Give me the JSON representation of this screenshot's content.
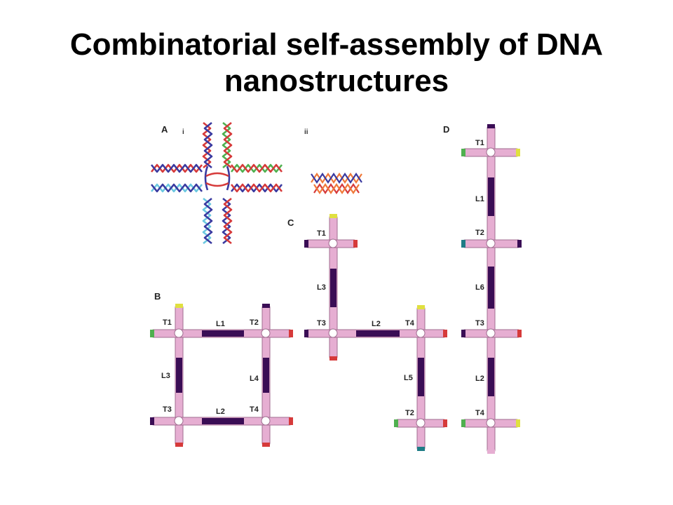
{
  "slide": {
    "title_line1": "Combinatorial self-assembly of DNA",
    "title_line2": "nanostructures"
  },
  "figure": {
    "panel_a": {
      "label": "A",
      "sub_i": "i",
      "sub_ii": "ii"
    },
    "panel_b": {
      "label": "B",
      "tiles": [
        "T1",
        "T2",
        "T3",
        "T4"
      ],
      "links": [
        "L1",
        "L2",
        "L3",
        "L4"
      ]
    },
    "panel_c": {
      "label": "C",
      "tiles": [
        "T1",
        "T3",
        "T4",
        "T2"
      ],
      "links": [
        "L3",
        "L2",
        "L5"
      ]
    },
    "panel_d": {
      "label": "D",
      "tiles": [
        "T1",
        "T2",
        "T3",
        "T4"
      ],
      "links": [
        "L1",
        "L6",
        "L2"
      ]
    }
  },
  "colors": {
    "tube": "#e6aed2",
    "tube_edge": "#a06d90",
    "link": "#3a0d55",
    "red": "#d63a3a",
    "green": "#4fb04f",
    "yellow": "#e0e040",
    "teal": "#1e7c86",
    "blue": "#3a3aa0",
    "cyan": "#6cc8e0",
    "orange": "#f07a3a"
  }
}
